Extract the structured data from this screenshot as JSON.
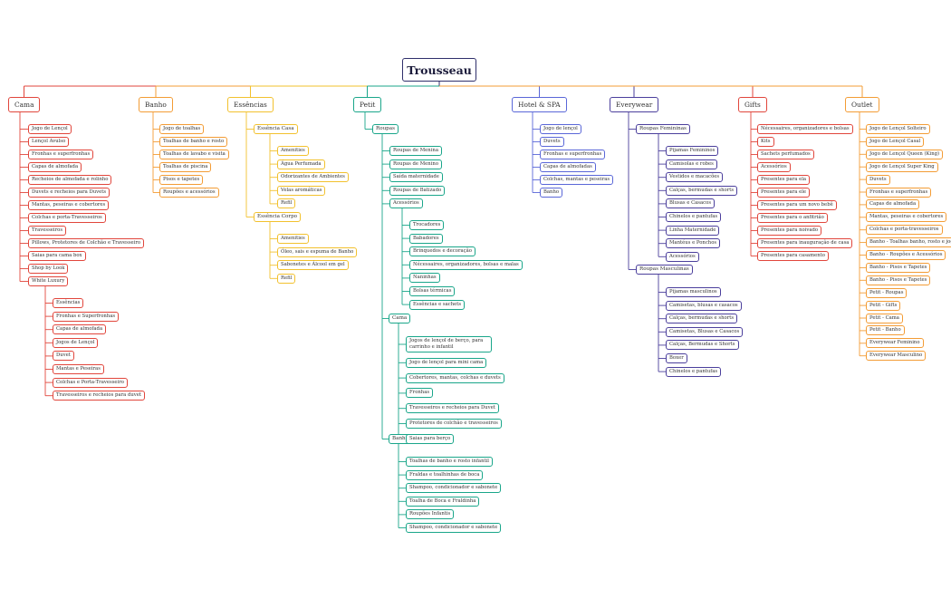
{
  "root": "Trousseau",
  "colors": {
    "cama": "#e1463c",
    "banho": "#f39c35",
    "essencias": "#f2c12e",
    "petit": "#1aa68a",
    "hotel": "#5a67d8",
    "everywear": "#4b3f9c",
    "gifts": "#e1463c",
    "outlet": "#f39c35"
  },
  "branches": {
    "cama": {
      "label": "Cama",
      "items": [
        "Jogo de Lençol",
        "Lençol Avulso",
        "Fronhas e superfronhas",
        "Capas de almofada",
        "Recheios de almofada e rolinho",
        "Duvets e recheios para Duvets",
        "Mantas, peseiras e cobertores",
        "Colchas e porta-Travesseiros",
        "Travesseiros",
        "Pillows, Protetores de Colchão e Travesseiro",
        "Saias para cama box",
        "Shop by Look",
        "White Luxury"
      ],
      "white_luxury": [
        "Essências",
        "Fronhas e Superfronhas",
        "Capas de almofada",
        "Jogos de Lençol",
        "Duvet",
        "Mantas e Peseiras",
        "Colchas e Porta-Travesseiro",
        "Travesseiros e recheios para duvet"
      ]
    },
    "banho": {
      "label": "Banho",
      "items": [
        "Jogo de toalhas",
        "Toalhas de banho e rosto",
        "Toalhas de lavabo e visita",
        "Toalhas de piscina",
        "Pisos e tapetes",
        "Roupões e acessórios"
      ]
    },
    "essencias": {
      "label": "Essências",
      "casa_label": "Essência Casa",
      "casa": [
        "Amenities",
        "Água Perfumada",
        "Odorizantes de Ambientes",
        "Velas aromáticas",
        "Refil"
      ],
      "corpo_label": "Essência Corpo",
      "corpo": [
        "Amenities",
        "Óleo, sais e espuma de Banho",
        "Sabonetes e Álcool em gel",
        "Refil"
      ]
    },
    "petit": {
      "label": "Petit",
      "roupas_label": "Roupas",
      "roupas": [
        "Roupas de Menina",
        "Roupas de Menino",
        "Saída maternidade",
        "Roupas de Batizado",
        "Acessórios"
      ],
      "acessorios": [
        "Trocadores",
        "Babadores",
        "Brinquedos e decoração",
        "Nécessaires, organizadores, bolsas e malas",
        "Naninhas",
        "Bolsas térmicas",
        "Essências e sachets"
      ],
      "cama_label": "Cama",
      "cama": [
        "Jogos de lençol de berço, para carrinho e infantil",
        "Jogo de lençol para mini cama",
        "Cobertores, mantas, colchas e duvets",
        "Fronhas",
        "Travesseiros e recheios para Duvet",
        "Protetores de colchão e travesseiros",
        "Saias para berço"
      ],
      "banho_label": "Banho",
      "banho": [
        "Toalhas de banho e rosto infantil",
        "Fraldas e toalhinhas de boca",
        "Shampoo, condicionador e sabonete",
        "Toalha de Boca e Fraldinha",
        "Roupões Infantis",
        "Shampoo, condicionador e sabonete"
      ]
    },
    "hotel": {
      "label": "Hotel & SPA",
      "items": [
        "Jogo de lençol",
        "Duvets",
        "Fronhas e superfronhas",
        "Capas de almofadas",
        "Colchas, mantas e peseiras",
        "Banho"
      ]
    },
    "everywear": {
      "label": "Everywear",
      "fem_label": "Roupas Femininas",
      "fem": [
        "Pijamas Femininos",
        "Camisolas e robes",
        "Vestidos e macacões",
        "Calças, bermudas e shorts",
        "Blusas e Casacos",
        "Chinelos e pantufas",
        "Linha Maternidade",
        "Mantéus e Ponchos",
        "Acessórios"
      ],
      "masc_label": "Roupas Masculinas",
      "masc": [
        "Pijamas masculinos",
        "Camisetas, blusas e casacos",
        "Calças, bermudas e shorts",
        "Camisetas, Blusas e Casacos",
        "Calças, Bermudas e Shorts",
        "Boxer",
        "Chinelos e pantufas"
      ]
    },
    "gifts": {
      "label": "Gifts",
      "items": [
        "Nécessaires, organizadores e bolsas",
        "Kits",
        "Sachets perfumados",
        "Acessórios",
        "Presentes para ela",
        "Presentes para ele",
        "Presentes para um novo bebê",
        "Presentes para o anfitrião",
        "Presentes para noivado",
        "Presentes para inauguração de casa",
        "Presentes para casamento"
      ]
    },
    "outlet": {
      "label": "Outlet",
      "items": [
        "Jogo de Lençol Solteiro",
        "Jogo de Lençol Casal",
        "Jogo de Lençol Queen (King)",
        "Jogo de Lençol Super King",
        "Duvets",
        "Fronhas e superfronhas",
        "Capas de almofada",
        "Mantas, peseiras e cobertores",
        "Colchas e porta-travesseiros",
        "Banho - Toalhas banho, rosto e jogo",
        "Banho - Roupões e Acessórios",
        "Banho - Pisos e Tapetes",
        "Banho - Pisos e Tapetes",
        "Petit - Roupas",
        "Petit - Gifts",
        "Petit - Cama",
        "Petit - Banho",
        "Everywear Feminino",
        "Everywear Masculino"
      ]
    }
  }
}
